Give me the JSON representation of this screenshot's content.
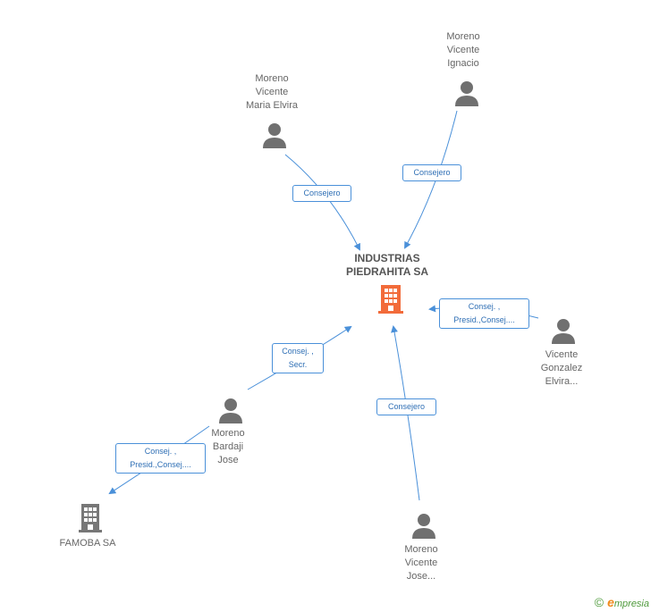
{
  "center": {
    "name": "INDUSTRIAS\nPIEDRAHITA SA",
    "icon": "building-icon",
    "color": "#f26b3a"
  },
  "persons": {
    "moreno_vicente_maria_elvira": {
      "name": "Moreno\nVicente\nMaria Elvira",
      "icon": "person-icon"
    },
    "moreno_vicente_ignacio": {
      "name": "Moreno\nVicente\nIgnacio",
      "icon": "person-icon"
    },
    "vicente_gonzalez_elvira": {
      "name": "Vicente\nGonzalez\nElvira...",
      "icon": "person-icon"
    },
    "moreno_bardaji_jose": {
      "name": "Moreno\nBardaji\nJose",
      "icon": "person-icon"
    },
    "moreno_vicente_jose": {
      "name": "Moreno\nVicente\nJose...",
      "icon": "person-icon"
    }
  },
  "companies": {
    "famoba": {
      "name": "FAMOBA SA",
      "icon": "building-icon",
      "color": "#777777"
    }
  },
  "relations": {
    "maria_elvira": "Consejero",
    "ignacio": "Consejero",
    "gonzalez_elvira": "Consej. ,\nPresid.,Consej....",
    "bardaji_to_center": "Consej. ,\nSecr.",
    "bardaji_to_famoba": "Consej. ,\nPresid.,Consej....",
    "vicente_jose": "Consejero"
  },
  "colors": {
    "edge": "#4a90d9",
    "person": "#707070"
  },
  "footer": {
    "copyright": "©",
    "brand_initial": "e",
    "brand_rest": "mpresia"
  }
}
